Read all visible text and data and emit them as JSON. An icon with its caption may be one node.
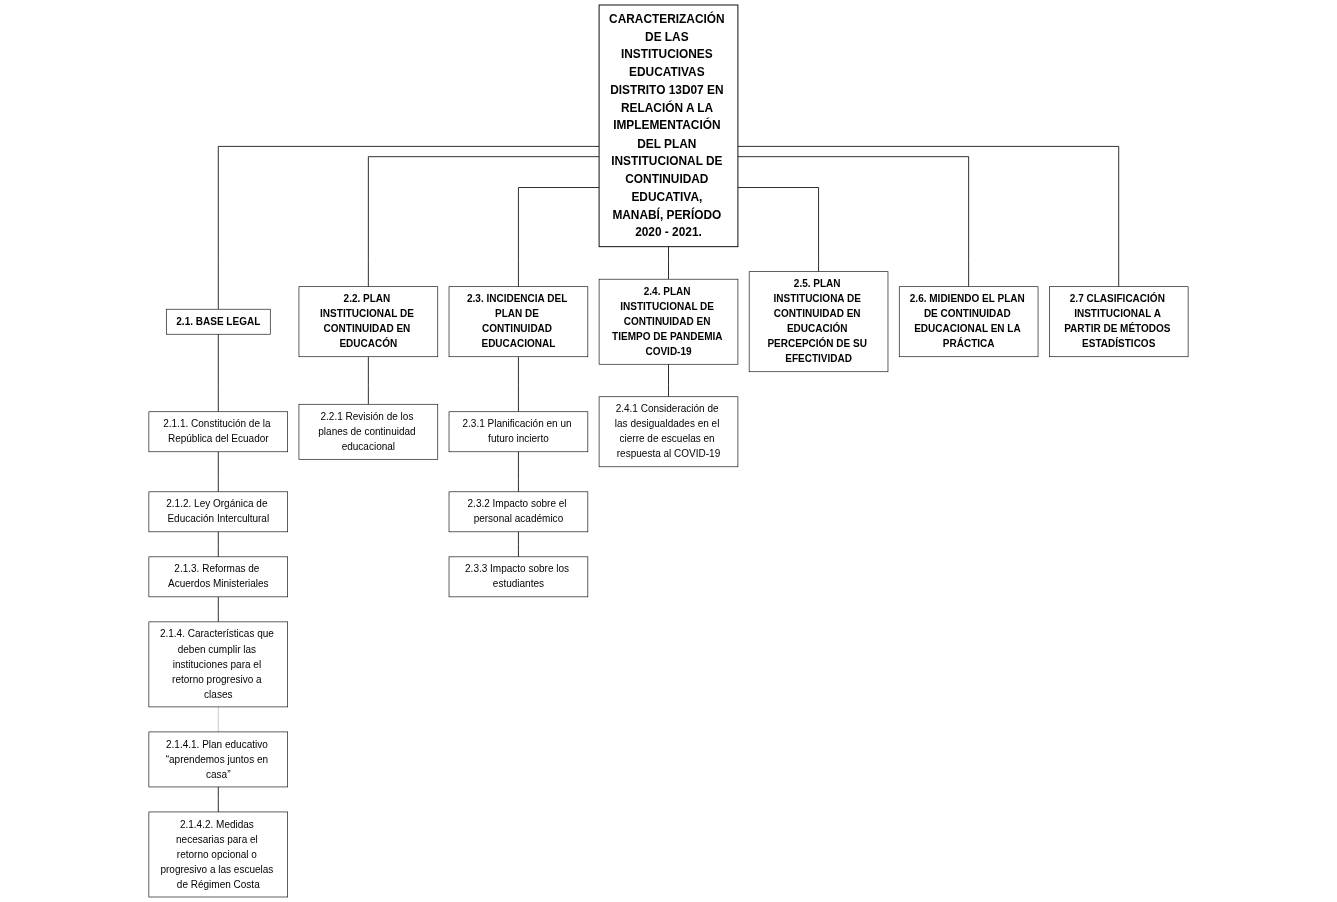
{
  "diagram": {
    "nodes": [
      {
        "text": [
          "CARACTERIZACIÓN DE LAS INSTITUCIONES EDUCATIVAS DISTRITO 13D07 EN RELACIÓN A LA IMPLEMENTACIÓN DEL PLAN INSTITUCIONAL DE CONTINUIDAD EDUCATIVA, MANABÍ, PERÍODO 2020 - 2021."
        ]
      },
      {
        "text": [
          "2.1. BASE LEGAL"
        ]
      },
      {
        "text": [
          "2.2. PLAN INSTITUCIONAL DE CONTINUIDAD EN EDUCACÓN"
        ]
      },
      {
        "text": [
          "2.3. INCIDENCIA DEL PLAN DE CONTINUIDAD EDUCACIONAL"
        ]
      },
      {
        "text": [
          "2.4. PLAN INSTITUCIONAL DE CONTINUIDAD EN TIEMPO DE PANDEMIA COVID-19"
        ]
      },
      {
        "text": [
          "2.5. PLAN INSTITUCIONA DE CONTINUIDAD EN EDUCACIÓN PERCEPCIÓN DE SU EFECTIVIDAD"
        ]
      },
      {
        "text": [
          "2.6. MIDIENDO EL PLAN DE CONTINUIDAD EDUCACIONAL EN LA PRÁCTICA"
        ]
      },
      {
        "text": [
          "2.7 CLASIFICACIÓN INSTITUCIONAL A PARTIR DE MÉTODOS ESTADÍSTICOS"
        ]
      },
      {
        "text": [
          "2.1.1. Constitución de la República del Ecuador"
        ]
      },
      {
        "text": [
          "2.1.2. Ley Orgánica de Educación Intercultural"
        ]
      },
      {
        "text": [
          "2.1.3. Reformas de Acuerdos Ministeriales"
        ]
      },
      {
        "text": [
          "2.1.4. Características que deben cumplir las instituciones para el retorno progresivo a clases"
        ]
      },
      {
        "text": [
          "2.1.4.1. Plan educativo “aprendemos juntos en casa”"
        ]
      },
      {
        "text": [
          "2.1.4.2. Medidas necesarias para el retorno opcional o progresivo a las escuelas de Régimen Costa"
        ]
      },
      {
        "text": [
          "2.2.1 Revisión de los planes de continuidad educacional"
        ]
      },
      {
        "text": [
          "2.3.1 Planificación en un futuro incierto"
        ]
      },
      {
        "text": [
          "2.3.2 Impacto sobre el personal académico"
        ]
      },
      {
        "text": [
          "2.3.3 Impacto sobre los estudiantes"
        ]
      },
      {
        "text": [
          "2.4.1 Consideración de las desigualdades en el cierre de escuelas en respuesta al COVID-19"
        ]
      }
    ],
    "edges": [
      {
        "from": 0,
        "to": 1,
        "arrow": "none"
      },
      {
        "from": 0,
        "to": 2,
        "arrow": "none"
      },
      {
        "from": 0,
        "to": 3,
        "arrow": "none"
      },
      {
        "from": 0,
        "to": 4,
        "arrow": "none"
      },
      {
        "from": 0,
        "to": 5,
        "arrow": "none"
      },
      {
        "from": 0,
        "to": 6,
        "arrow": "none"
      },
      {
        "from": 0,
        "to": 7,
        "arrow": "none"
      },
      {
        "from": 1,
        "to": 8,
        "arrow": "none"
      },
      {
        "from": 8,
        "to": 9,
        "arrow": "none"
      },
      {
        "from": 9,
        "to": 10,
        "arrow": "none"
      },
      {
        "from": 10,
        "to": 11,
        "arrow": "none"
      },
      {
        "from": 11,
        "to": 12,
        "arrow": "none",
        "color": "#bfbfbf"
      },
      {
        "from": 12,
        "to": 13,
        "arrow": "none"
      },
      {
        "from": 2,
        "to": 14,
        "arrow": "none"
      },
      {
        "from": 3,
        "to": 15,
        "arrow": "none"
      },
      {
        "from": 15,
        "to": 16,
        "arrow": "none"
      },
      {
        "from": 16,
        "to": 17,
        "arrow": "none"
      },
      {
        "from": 4,
        "to": 18,
        "arrow": "none"
      }
    ]
  }
}
